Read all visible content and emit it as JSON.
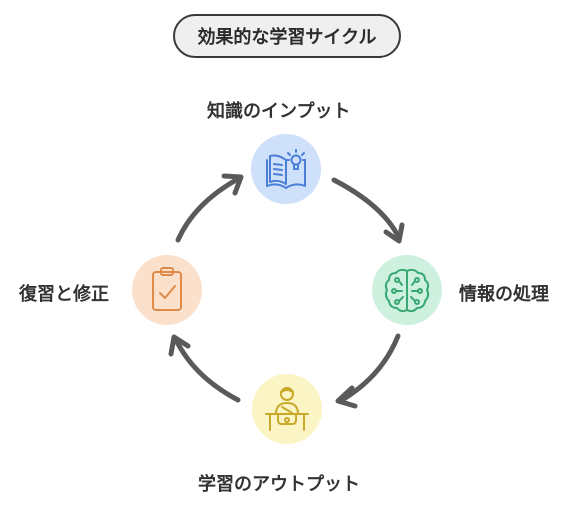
{
  "title": "効果的な学習サイクル",
  "stages": [
    {
      "label": "知識のインプット",
      "icon": "open-book-lightbulb-icon",
      "color": "#cfe0fb",
      "stroke": "#4a7fd6"
    },
    {
      "label": "情報の処理",
      "icon": "brain-circuit-icon",
      "color": "#cdf0df",
      "stroke": "#3aa873"
    },
    {
      "label": "学習のアウトプット",
      "icon": "person-at-desk-icon",
      "color": "#fbf4c4",
      "stroke": "#c9a92a"
    },
    {
      "label": "復習と修正",
      "icon": "clipboard-check-icon",
      "color": "#fbe0cc",
      "stroke": "#e08a4a"
    }
  ],
  "arrow_color": "#5a5a5a"
}
